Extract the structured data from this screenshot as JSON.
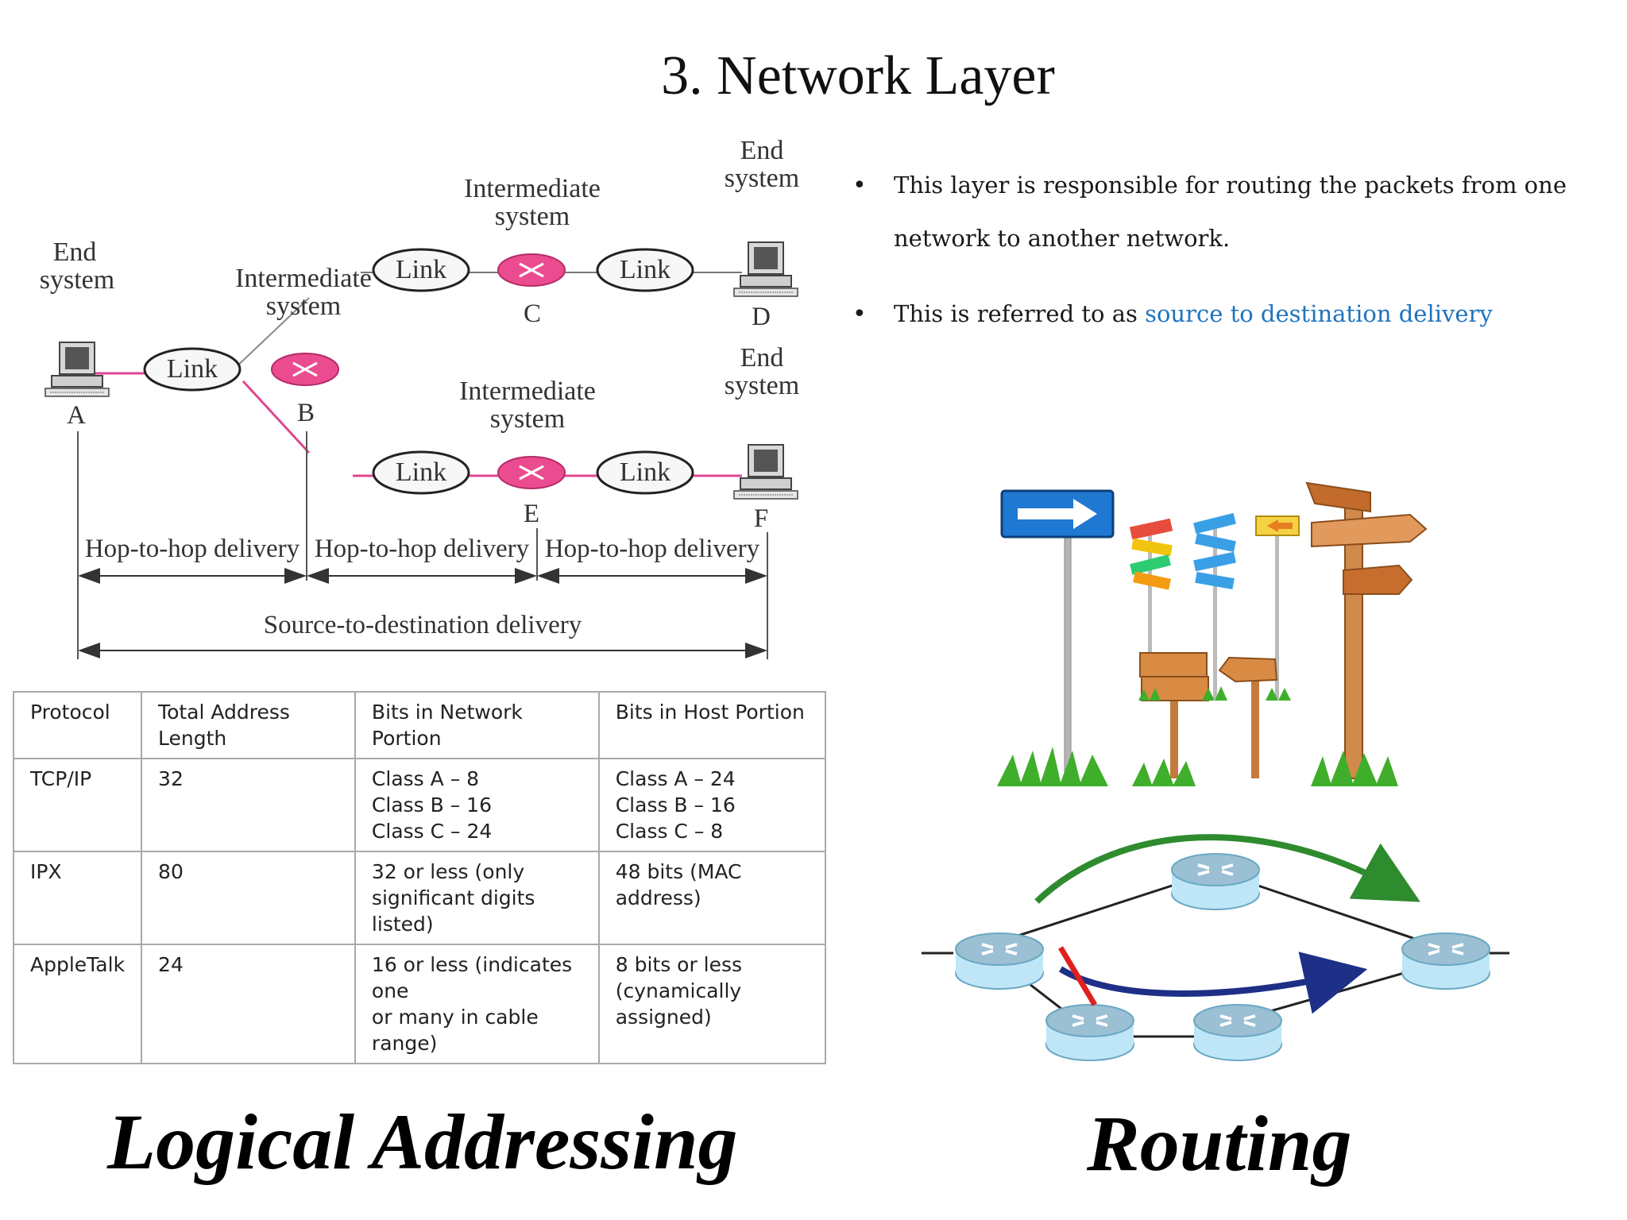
{
  "title": "3. Network Layer",
  "bullets": [
    {
      "text": "This layer is responsible for routing the packets from one network to another network.",
      "highlight": ""
    },
    {
      "text": "This is referred to as ",
      "highlight": "source to destination delivery"
    }
  ],
  "diagram": {
    "nodes": {
      "A": {
        "letter": "A",
        "caption": [
          "End",
          "system"
        ]
      },
      "B": {
        "letter": "B",
        "caption": [
          "Intermediate",
          "system"
        ]
      },
      "C": {
        "letter": "C",
        "caption": [
          "Intermediate",
          "system"
        ]
      },
      "D": {
        "letter": "D",
        "caption": [
          "End",
          "system"
        ]
      },
      "E": {
        "letter": "E",
        "caption": [
          "Intermediate",
          "system"
        ]
      },
      "F": {
        "letter": "F",
        "caption": [
          "End",
          "system"
        ]
      }
    },
    "link_label": "Link",
    "hop_labels": [
      "Hop-to-hop delivery",
      "Hop-to-hop delivery",
      "Hop-to-hop delivery"
    ],
    "source_dest_label": "Source-to-destination delivery",
    "colors": {
      "highlight_path": "#e0468f",
      "node_fill": "#ea4c8f",
      "line": "#777777"
    }
  },
  "table": {
    "headers": [
      "Protocol",
      "Total Address\nLength",
      "Bits in Network\nPortion",
      "Bits in Host Portion"
    ],
    "rows": [
      [
        "TCP/IP",
        "32",
        "Class A – 8\nClass B – 16\nClass C – 24",
        "Class A – 24\nClass B – 16\nClass C – 8"
      ],
      [
        "IPX",
        "80",
        "32 or less (only\nsignificant digits\nlisted)",
        "48 bits (MAC\naddress)"
      ],
      [
        "AppleTalk",
        "24",
        "16 or less (indicates\none\nor many in cable\nrange)",
        "8 bits or less\n(cynamically\nassigned)"
      ]
    ]
  },
  "labels": {
    "logical_addressing": "Logical Addressing",
    "routing": "Routing"
  },
  "illustrations": {
    "signposts": "signpost-icon",
    "routers": "router-icon"
  }
}
